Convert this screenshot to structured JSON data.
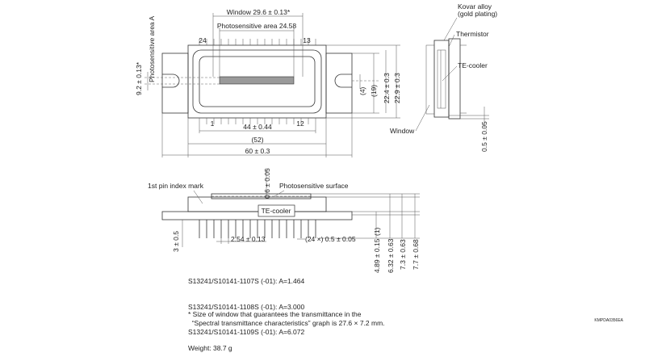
{
  "top_view": {
    "window_dim": "Window 29.6 ± 0.13*",
    "photosensitive_area_dim": "Photosensitive area 24.58",
    "pin_24": "24",
    "pin_13": "13",
    "pin_1": "1",
    "pin_12": "12",
    "photosensitive_area_a_label": "Photosensitive area A",
    "dim_9_2": "9.2 ± 0.13*",
    "dim_4": "(4)",
    "dim_19": "(19)",
    "dim_22_4": "22.4 ± 0.3",
    "dim_22_9": "22.9 ± 0.3",
    "dim_44": "44 ± 0.44",
    "dim_52": "(52)",
    "dim_60": "60 ± 0.3"
  },
  "side_view": {
    "kovar_label": "Kovar alloy\n(gold plating)",
    "thermistor_label": "Thermistor",
    "tecooler_label": "TE-cooler",
    "window_label": "Window",
    "dim_0_5": "0.5 ± 0.05"
  },
  "front_view": {
    "pin_index_label": "1st pin index mark",
    "photosensitive_surface_label": "Photosensitive surface",
    "tecooler_label": "TE-cooler",
    "dim_0_6": "0.6 ± 0.05",
    "dim_3": "3 ± 0.5",
    "dim_2_54": "2.54 ± 0.13",
    "dim_pins": "(24 ×) 0.5 ± 0.05",
    "dim_1": "(1)",
    "dim_4_89": "4.89 ± 0.15",
    "dim_6_32": "6.32 ± 0.63",
    "dim_7_3": "7.3 ± 0.63",
    "dim_7_7": "7.7 ± 0.68"
  },
  "models": [
    "S13241/S10141-1107S (-01): A=1.464",
    "S13241/S10141-1108S (-01): A=3.000",
    "S13241/S10141-1109S (-01): A=6.072"
  ],
  "notes": {
    "window_note": "* Size of window that guarantees the transmittance in the\n  “Spectral transmittance characteristics” graph is 27.6 × 7.2 mm.",
    "weight": "Weight: 38.7 g"
  },
  "drawing_code": "KMPDA0356EA"
}
